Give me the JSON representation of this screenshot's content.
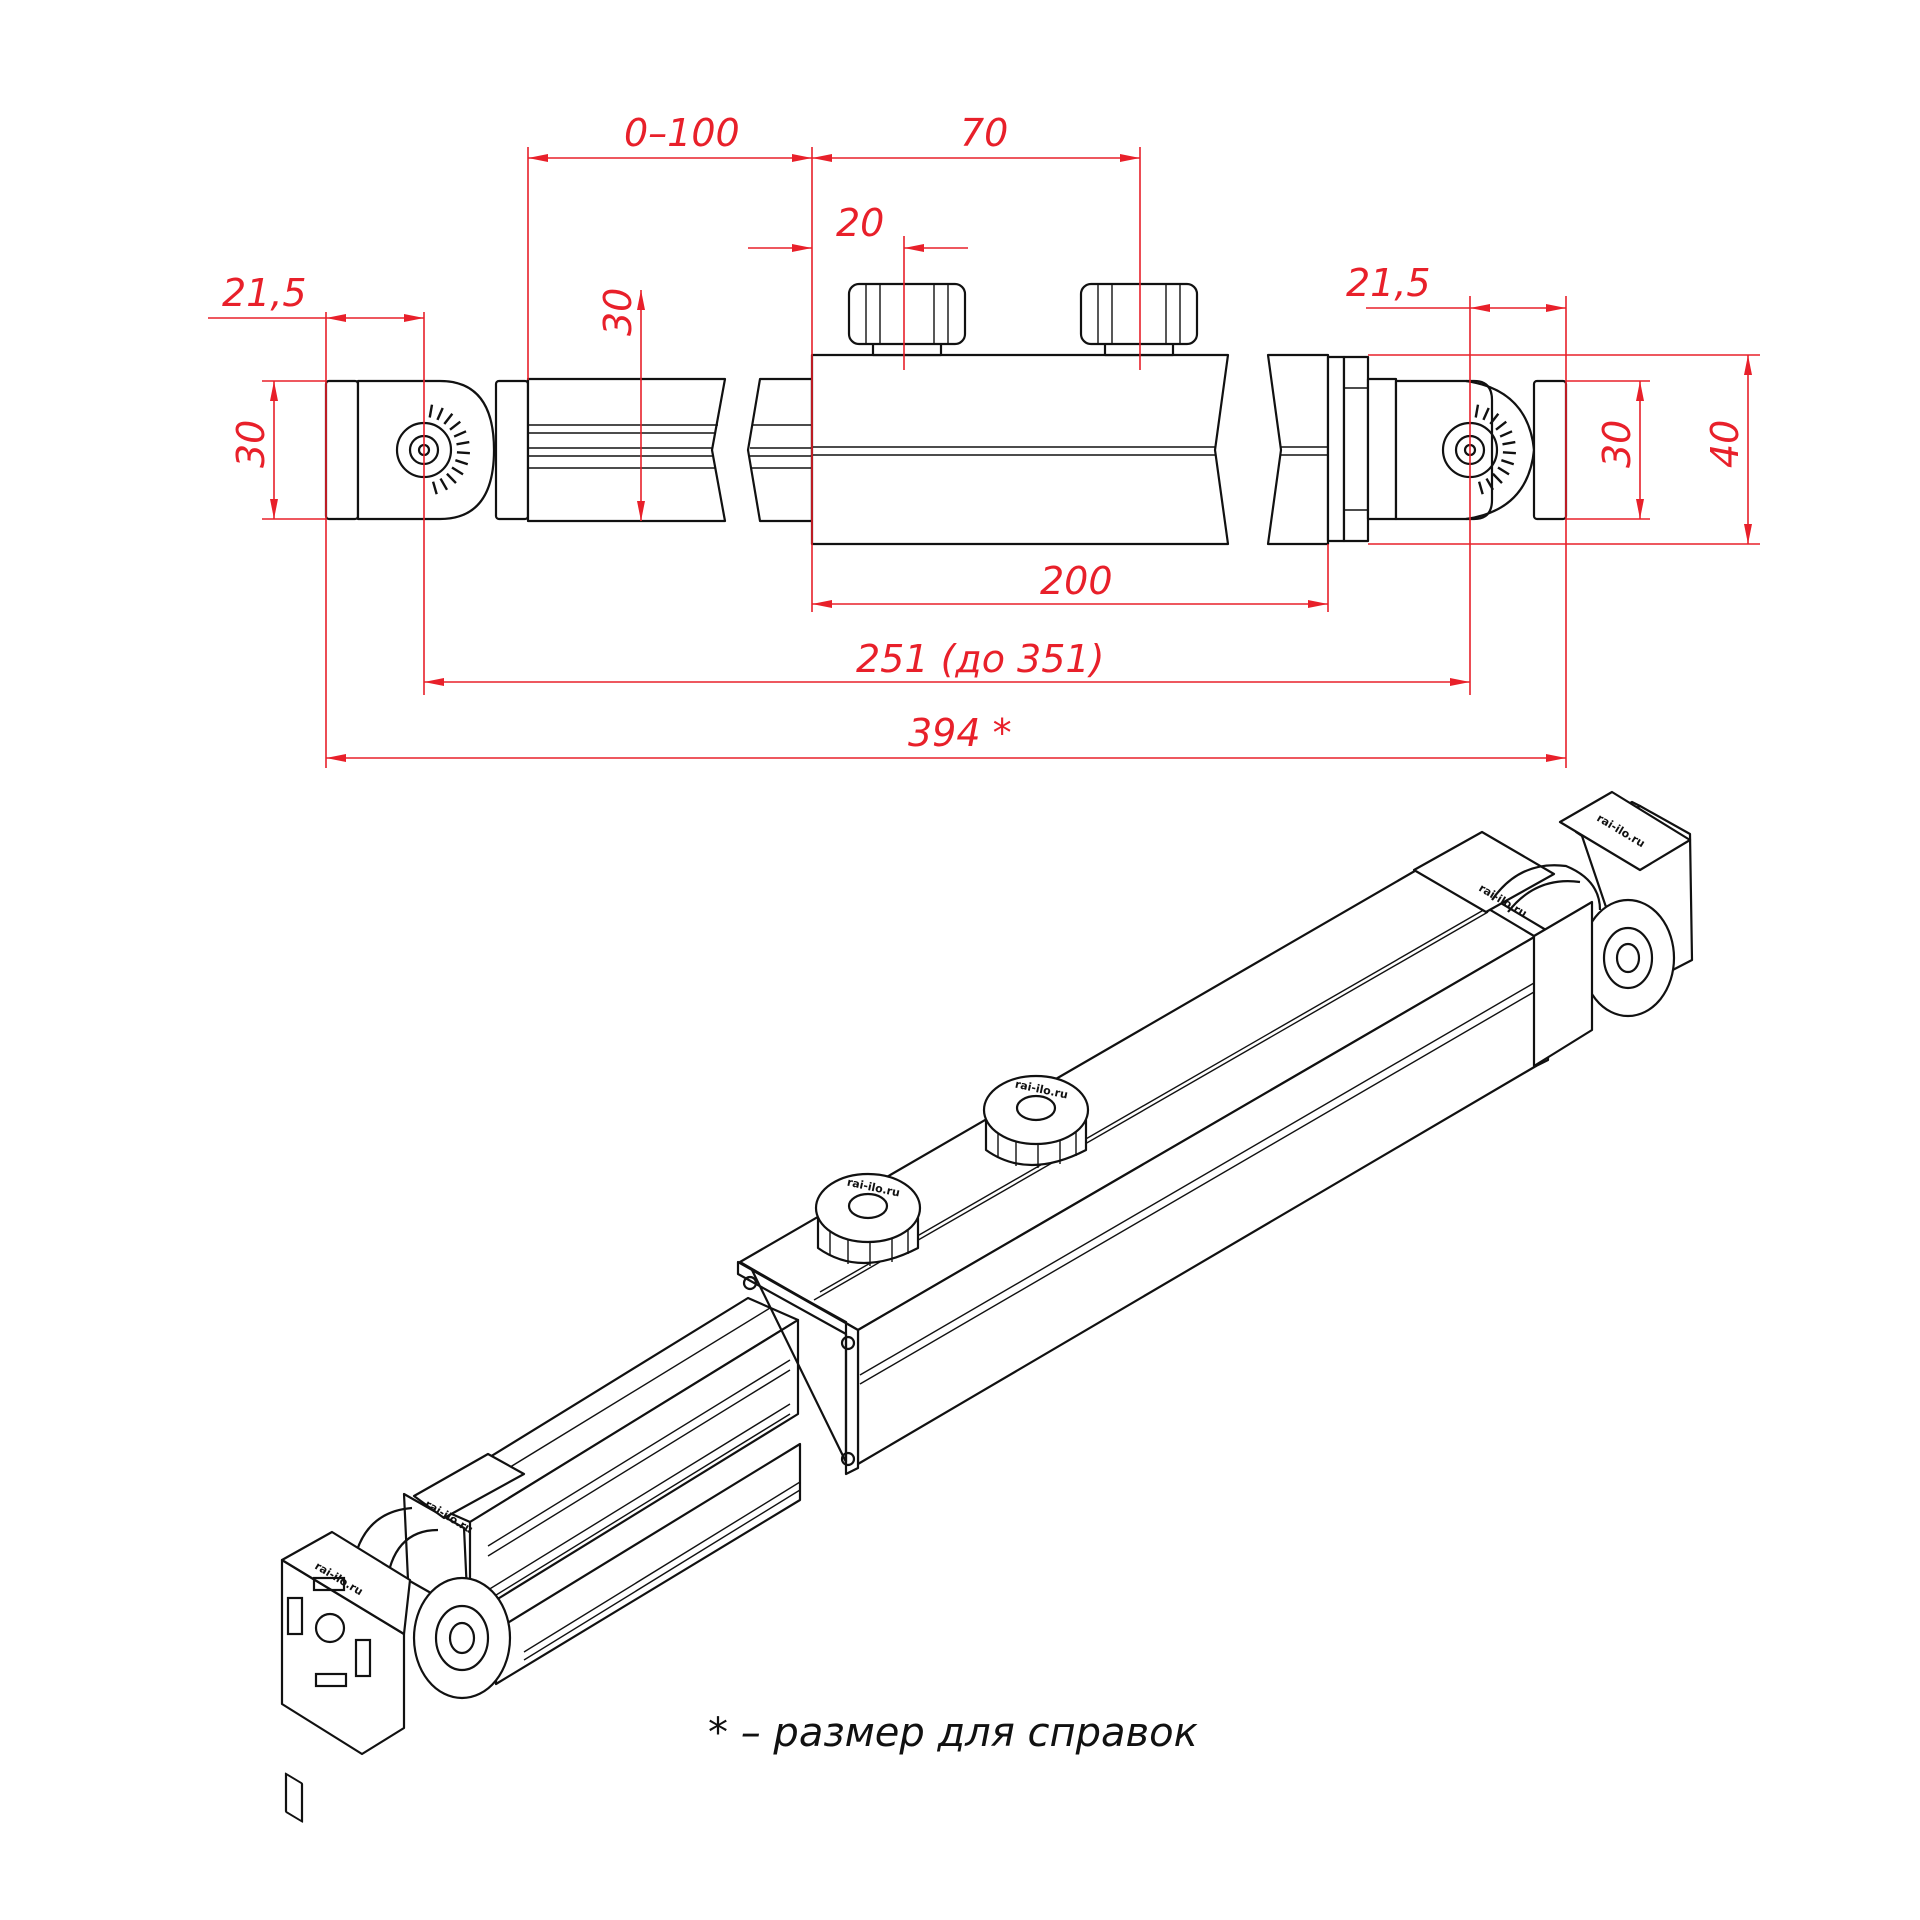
{
  "dimensions": {
    "left_hinge_offset": "21,5",
    "left_height": "30",
    "rail_height": "30",
    "stroke_range": "0–100",
    "knob_spacing": "70",
    "knob_offset": "20",
    "right_hinge_offset": "21,5",
    "right_height": "30",
    "right_total_height": "40",
    "sleeve_length": "200",
    "center_distance": "251 (до 351)",
    "overall_length": "394 *"
  },
  "logo_text": "rai-ilo.ru",
  "footnote": "* – размер для справок",
  "colors": {
    "dimension": "#e8202a",
    "outline": "#111111",
    "background": "#ffffff"
  }
}
